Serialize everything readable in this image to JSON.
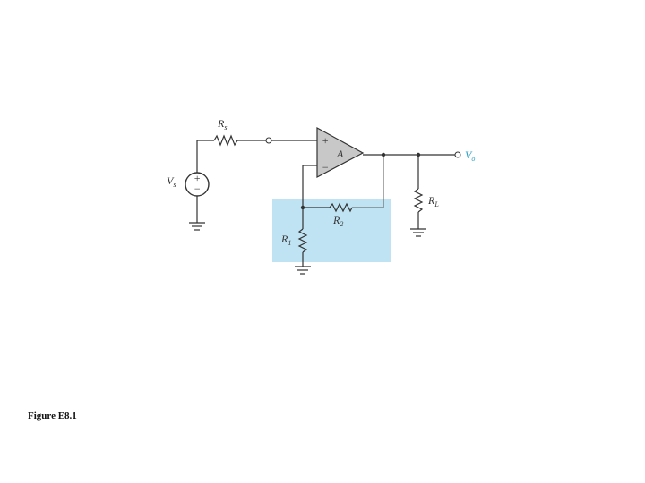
{
  "diagram": {
    "labels": {
      "rs": "R",
      "rs_sub": "s",
      "vs": "V",
      "vs_sub": "s",
      "amp": "A",
      "plus_in": "+",
      "minus_in": "−",
      "src_plus": "+",
      "src_minus": "−",
      "r1": "R",
      "r1_sub": "1",
      "r2": "R",
      "r2_sub": "2",
      "rl": "R",
      "rl_sub": "L",
      "vo": "V",
      "vo_sub": "o"
    },
    "colors": {
      "feedback_box": "#bfe3f3",
      "output_label": "#2aa0c6",
      "amp_fill": "#c8c8c8"
    }
  },
  "caption": "Figure E8.1"
}
